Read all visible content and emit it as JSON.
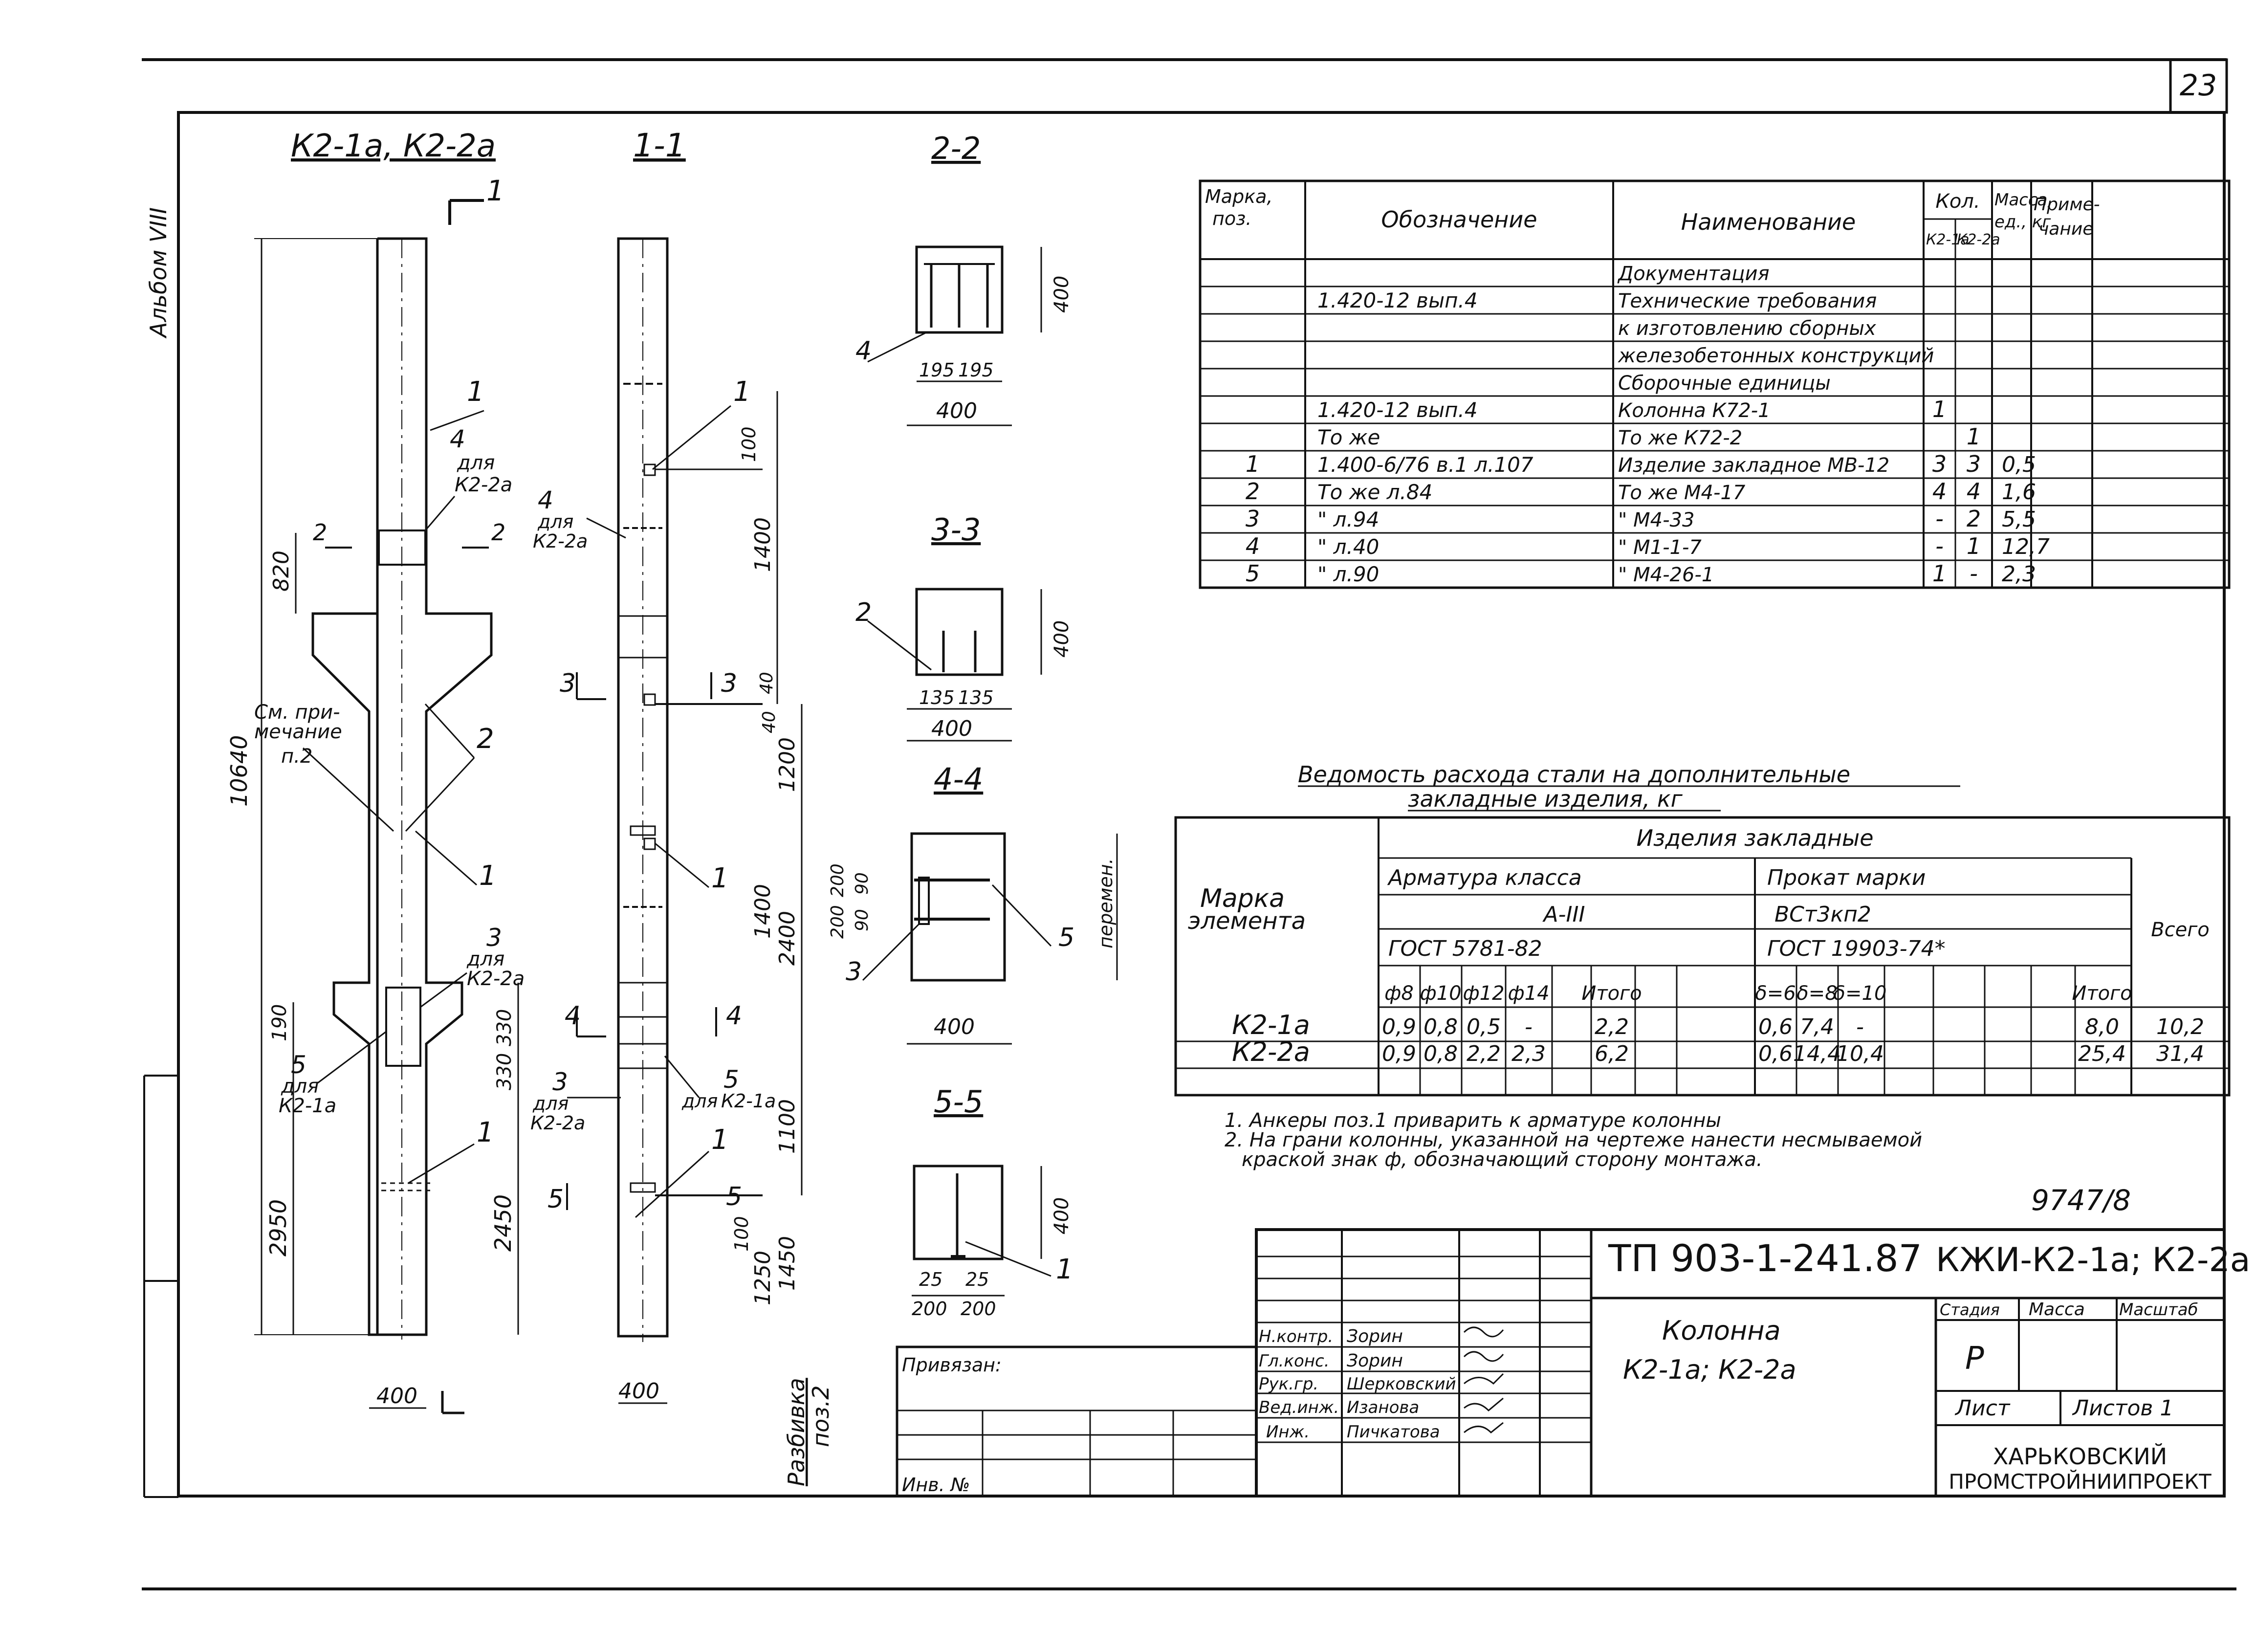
{
  "page_number": "23",
  "album_label": "Альбом VIII",
  "views": {
    "elevation_title": "К2-1а, К2-2а",
    "section_1_1": "1-1",
    "section_2_2": "2-2",
    "section_3_3": "3-3",
    "section_4_4": "4-4",
    "section_5_5": "5-5"
  },
  "elevation": {
    "overall_height": "10640",
    "dim_820": "820",
    "dim_190": "190",
    "dim_2950": "2950",
    "dim_2450": "2450",
    "dim_330a": "330",
    "dim_330b": "330",
    "width": "400",
    "note_ref_1": "См. при-",
    "note_ref_2": "мечание",
    "note_ref_3": "п.2",
    "callout_for_k22a_a": "для",
    "callout_for_k22a_b": "К2-2а",
    "callout_for_k21a": "К2-1а",
    "section_mark": "1"
  },
  "section_1_1_dims": {
    "d100a": "100",
    "d1400a": "1400",
    "d40a": "40",
    "d40b": "40",
    "d1200": "1200",
    "d1400b": "1400",
    "d2400": "2400",
    "d1100": "1100",
    "d100b": "100",
    "d1250": "1250",
    "d1450": "1450",
    "width": "400",
    "razbivka_1": "Разбивка",
    "razbivka_2": "поз.2"
  },
  "sections_dims": {
    "s22_a": "195",
    "s22_b": "195",
    "s22_w": "400",
    "s22_h": "400",
    "s33_a": "135",
    "s33_b": "135",
    "s33_w": "400",
    "s33_h": "400",
    "s44_200a": "200",
    "s44_200b": "200",
    "s44_90a": "90",
    "s44_90b": "90",
    "s44_w": "400",
    "s44_var": "перемен.",
    "s55_25a": "25",
    "s55_25b": "25",
    "s55_200a": "200",
    "s55_200b": "200",
    "s55_h": "400"
  },
  "spec_table": {
    "headers": {
      "mark": "Марка, поз.",
      "designation": "Обозначение",
      "name": "Наименование",
      "qty": "Кол.",
      "qty_a": "К2-1а",
      "qty_b": "К2-2а",
      "mass": "Масса, ед., кг",
      "note": "Приме- чание"
    },
    "rows": [
      {
        "mark": "",
        "designation": "",
        "name": "Документация",
        "qa": "",
        "qb": "",
        "mass": ""
      },
      {
        "mark": "",
        "designation": "1.420-12 вып.4",
        "name": "Технические требования",
        "qa": "",
        "qb": "",
        "mass": ""
      },
      {
        "mark": "",
        "designation": "",
        "name": "к изготовлению сборных",
        "qa": "",
        "qb": "",
        "mass": ""
      },
      {
        "mark": "",
        "designation": "",
        "name": "железобетонных конструкций",
        "qa": "",
        "qb": "",
        "mass": ""
      },
      {
        "mark": "",
        "designation": "",
        "name": "Сборочные единицы",
        "qa": "",
        "qb": "",
        "mass": ""
      },
      {
        "mark": "",
        "designation": "1.420-12 вып.4",
        "name": "Колонна К72-1",
        "qa": "1",
        "qb": "",
        "mass": ""
      },
      {
        "mark": "",
        "designation": "То же",
        "name": "То же К72-2",
        "qa": "",
        "qb": "1",
        "mass": ""
      },
      {
        "mark": "1",
        "designation": "1.400-6/76 в.1   л.107",
        "name": "Изделие закладное МВ-12",
        "qa": "3",
        "qb": "3",
        "mass": "0,5"
      },
      {
        "mark": "2",
        "designation": "То же   л.84",
        "name": "То же   М4-17",
        "qa": "4",
        "qb": "4",
        "mass": "1,6"
      },
      {
        "mark": "3",
        "designation": "\"   л.94",
        "name": "\"   М4-33",
        "qa": "-",
        "qb": "2",
        "mass": "5,5"
      },
      {
        "mark": "4",
        "designation": "\"   л.40",
        "name": "\"   М1-1-7",
        "qa": "-",
        "qb": "1",
        "mass": "12,7"
      },
      {
        "mark": "5",
        "designation": "\"   л.90",
        "name": "\"   М4-26-1",
        "qa": "1",
        "qb": "-",
        "mass": "2,3"
      }
    ]
  },
  "steel_table": {
    "title_1": "Ведомость расхода стали на дополнительные",
    "title_2": "закладные изделия, кг",
    "element_mark": "Марка элемента",
    "group": "Изделия закладные",
    "rebar": "Арматура класса",
    "rebar_class": "А-III",
    "rebar_gost": "ГОСТ 5781-82",
    "profile": "Прокат марки",
    "profile_grade": "ВСт3кп2",
    "profile_gost": "ГОСТ 19903-74*",
    "total": "Всего",
    "cols": [
      "ф8",
      "ф10",
      "ф12",
      "ф14",
      "",
      "Итого",
      "δ=6",
      "δ=8",
      "δ=10",
      "",
      "",
      "Итого"
    ],
    "rows": [
      {
        "mark": "К2-1а",
        "vals": [
          "0,9",
          "0,8",
          "0,5",
          "-",
          "",
          "2,2",
          "0,6",
          "7,4",
          "-",
          "",
          "",
          "8,0"
        ],
        "total": "10,2"
      },
      {
        "mark": "К2-2а",
        "vals": [
          "0,9",
          "0,8",
          "2,2",
          "2,3",
          "",
          "6,2",
          "0,6",
          "14,4",
          "10,4",
          "",
          "",
          "25,4"
        ],
        "total": "31,4"
      }
    ]
  },
  "notes": [
    "1. Анкеры поз.1 приварить к арматуре колонны",
    "2. На грани колонны, указанной на чертеже нанести несмываемой",
    "краской знак ф, обозначающий сторону монтажа."
  ],
  "doc_number": "9747/8",
  "title_block": {
    "code": "ТП 903-1-241.87",
    "sheet_code": "КЖИ-К2-1а; К2-2а",
    "name_1": "Колонна",
    "name_2": "К2-1а; К2-2а",
    "stage_h": "Стадия",
    "mass_h": "Масса",
    "scale_h": "Масштаб",
    "stage": "Р",
    "sheet": "Лист",
    "sheets": "Листов 1",
    "org_1": "ХАРЬКОВСКИЙ",
    "org_2": "ПРОМСТРОЙНИИПРОЕКТ",
    "roles": [
      "Н.контр.",
      "Гл.конс.",
      "Рук.гр.",
      "Вед.инж.",
      "Инж."
    ],
    "persons": [
      "Зорин",
      "Зорин",
      "Шерковский",
      "Изанова",
      "Пичкатова"
    ],
    "privyazan": "Привязан:",
    "inv": "Инв. №"
  }
}
